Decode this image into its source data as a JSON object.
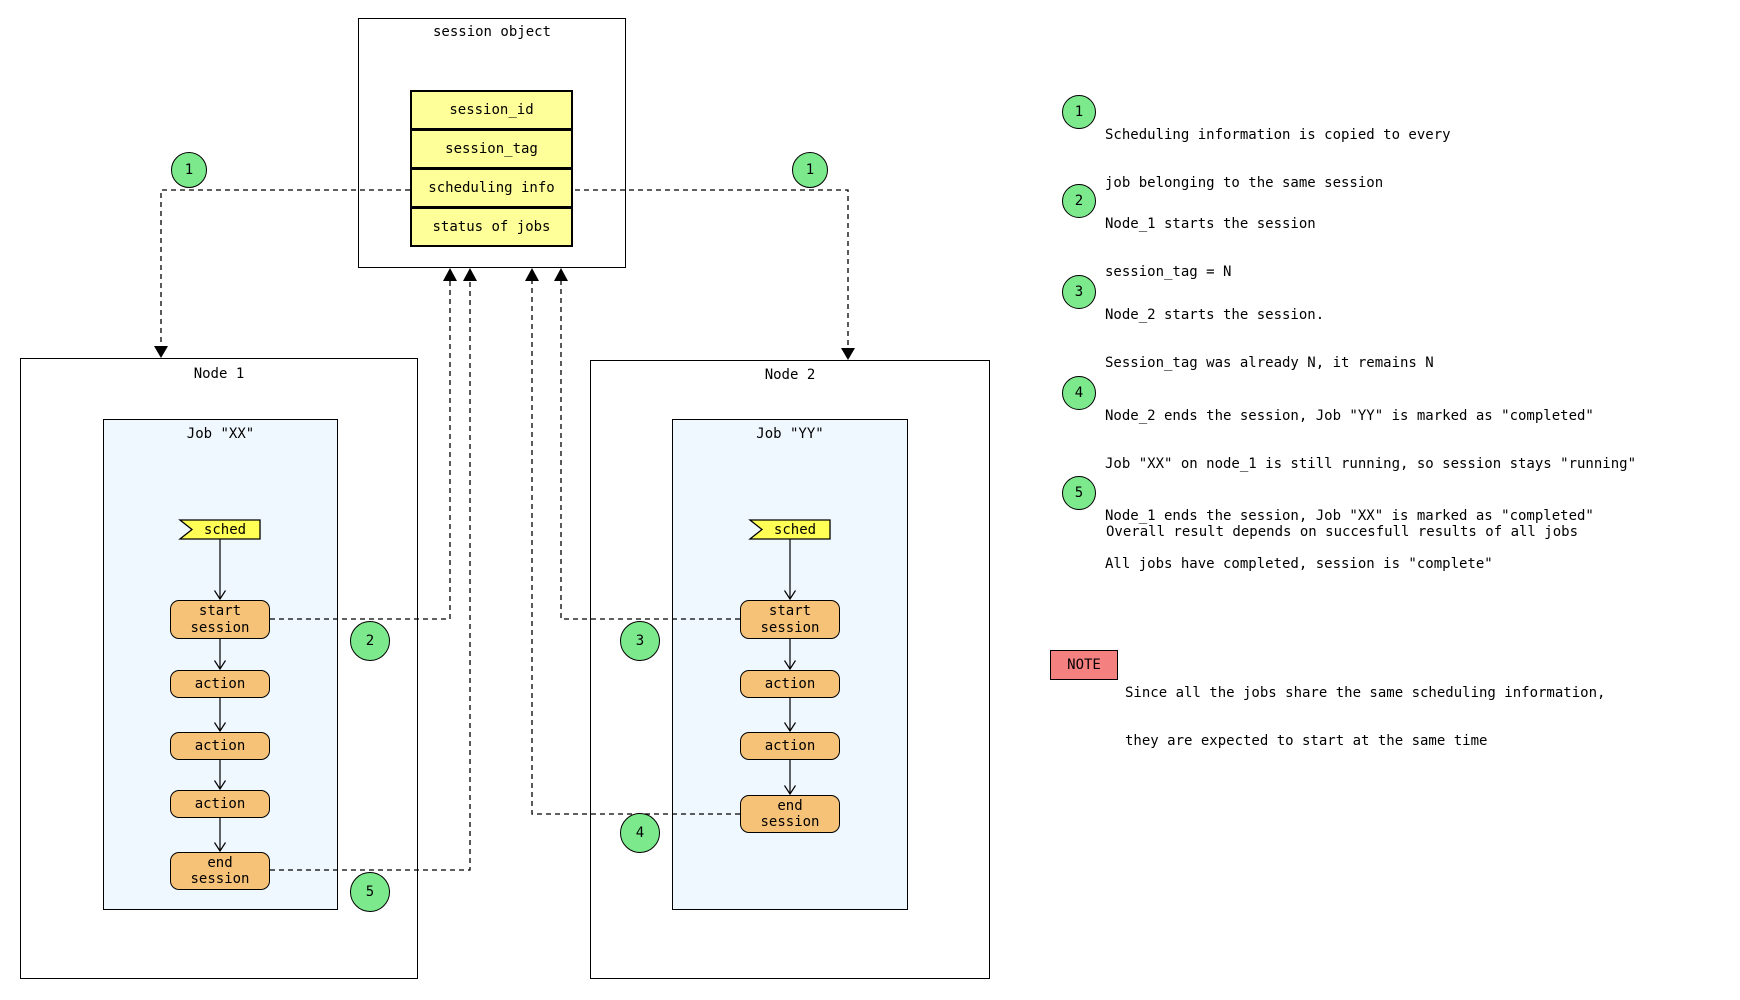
{
  "colors": {
    "table_yellow": "#ffff99",
    "banner_yellow": "#ffff55",
    "step_orange": "#f6c277",
    "marker_green": "#7ce98c",
    "job_background": "#f0f8ff",
    "note_red": "#f58080"
  },
  "session_object": {
    "title": "session object",
    "fields": [
      "session_id",
      "session_tag",
      "scheduling info",
      "status of jobs"
    ]
  },
  "nodes": [
    {
      "title": "Node 1",
      "job_title": "Job \"XX\"",
      "steps": {
        "sched": "sched",
        "start": "start\nsession",
        "actions": [
          "action",
          "action",
          "action"
        ],
        "end": "end\nsession"
      }
    },
    {
      "title": "Node 2",
      "job_title": "Job \"YY\"",
      "steps": {
        "sched": "sched",
        "start": "start\nsession",
        "actions": [
          "action",
          "action"
        ],
        "end": "end\nsession"
      }
    }
  ],
  "markers": {
    "m1": "1",
    "m2": "2",
    "m3": "3",
    "m4": "4",
    "m5": "5"
  },
  "annotations": [
    {
      "num": "1",
      "lines": [
        "Scheduling information is copied to every",
        "job belonging to the same session"
      ]
    },
    {
      "num": "2",
      "lines": [
        "Node_1 starts the session",
        "session_tag = N"
      ]
    },
    {
      "num": "3",
      "lines": [
        "Node_2 starts the session.",
        "Session_tag was already N, it remains N"
      ]
    },
    {
      "num": "4",
      "lines": [
        "Node_2 ends the session, Job \"YY\" is marked as \"completed\"",
        "Job \"XX\" on node_1 is still running, so session stays \"running\""
      ]
    },
    {
      "num": "5",
      "lines": [
        "Node_1 ends the session, Job \"XX\" is marked as \"completed\"",
        "All jobs have completed, session is \"complete\""
      ]
    }
  ],
  "overall_note": "Overall result depends on succesfull results of all jobs",
  "note": {
    "label": "NOTE",
    "lines": [
      "Since all the jobs share the same scheduling information,",
      "they are expected to start at the same time"
    ]
  }
}
